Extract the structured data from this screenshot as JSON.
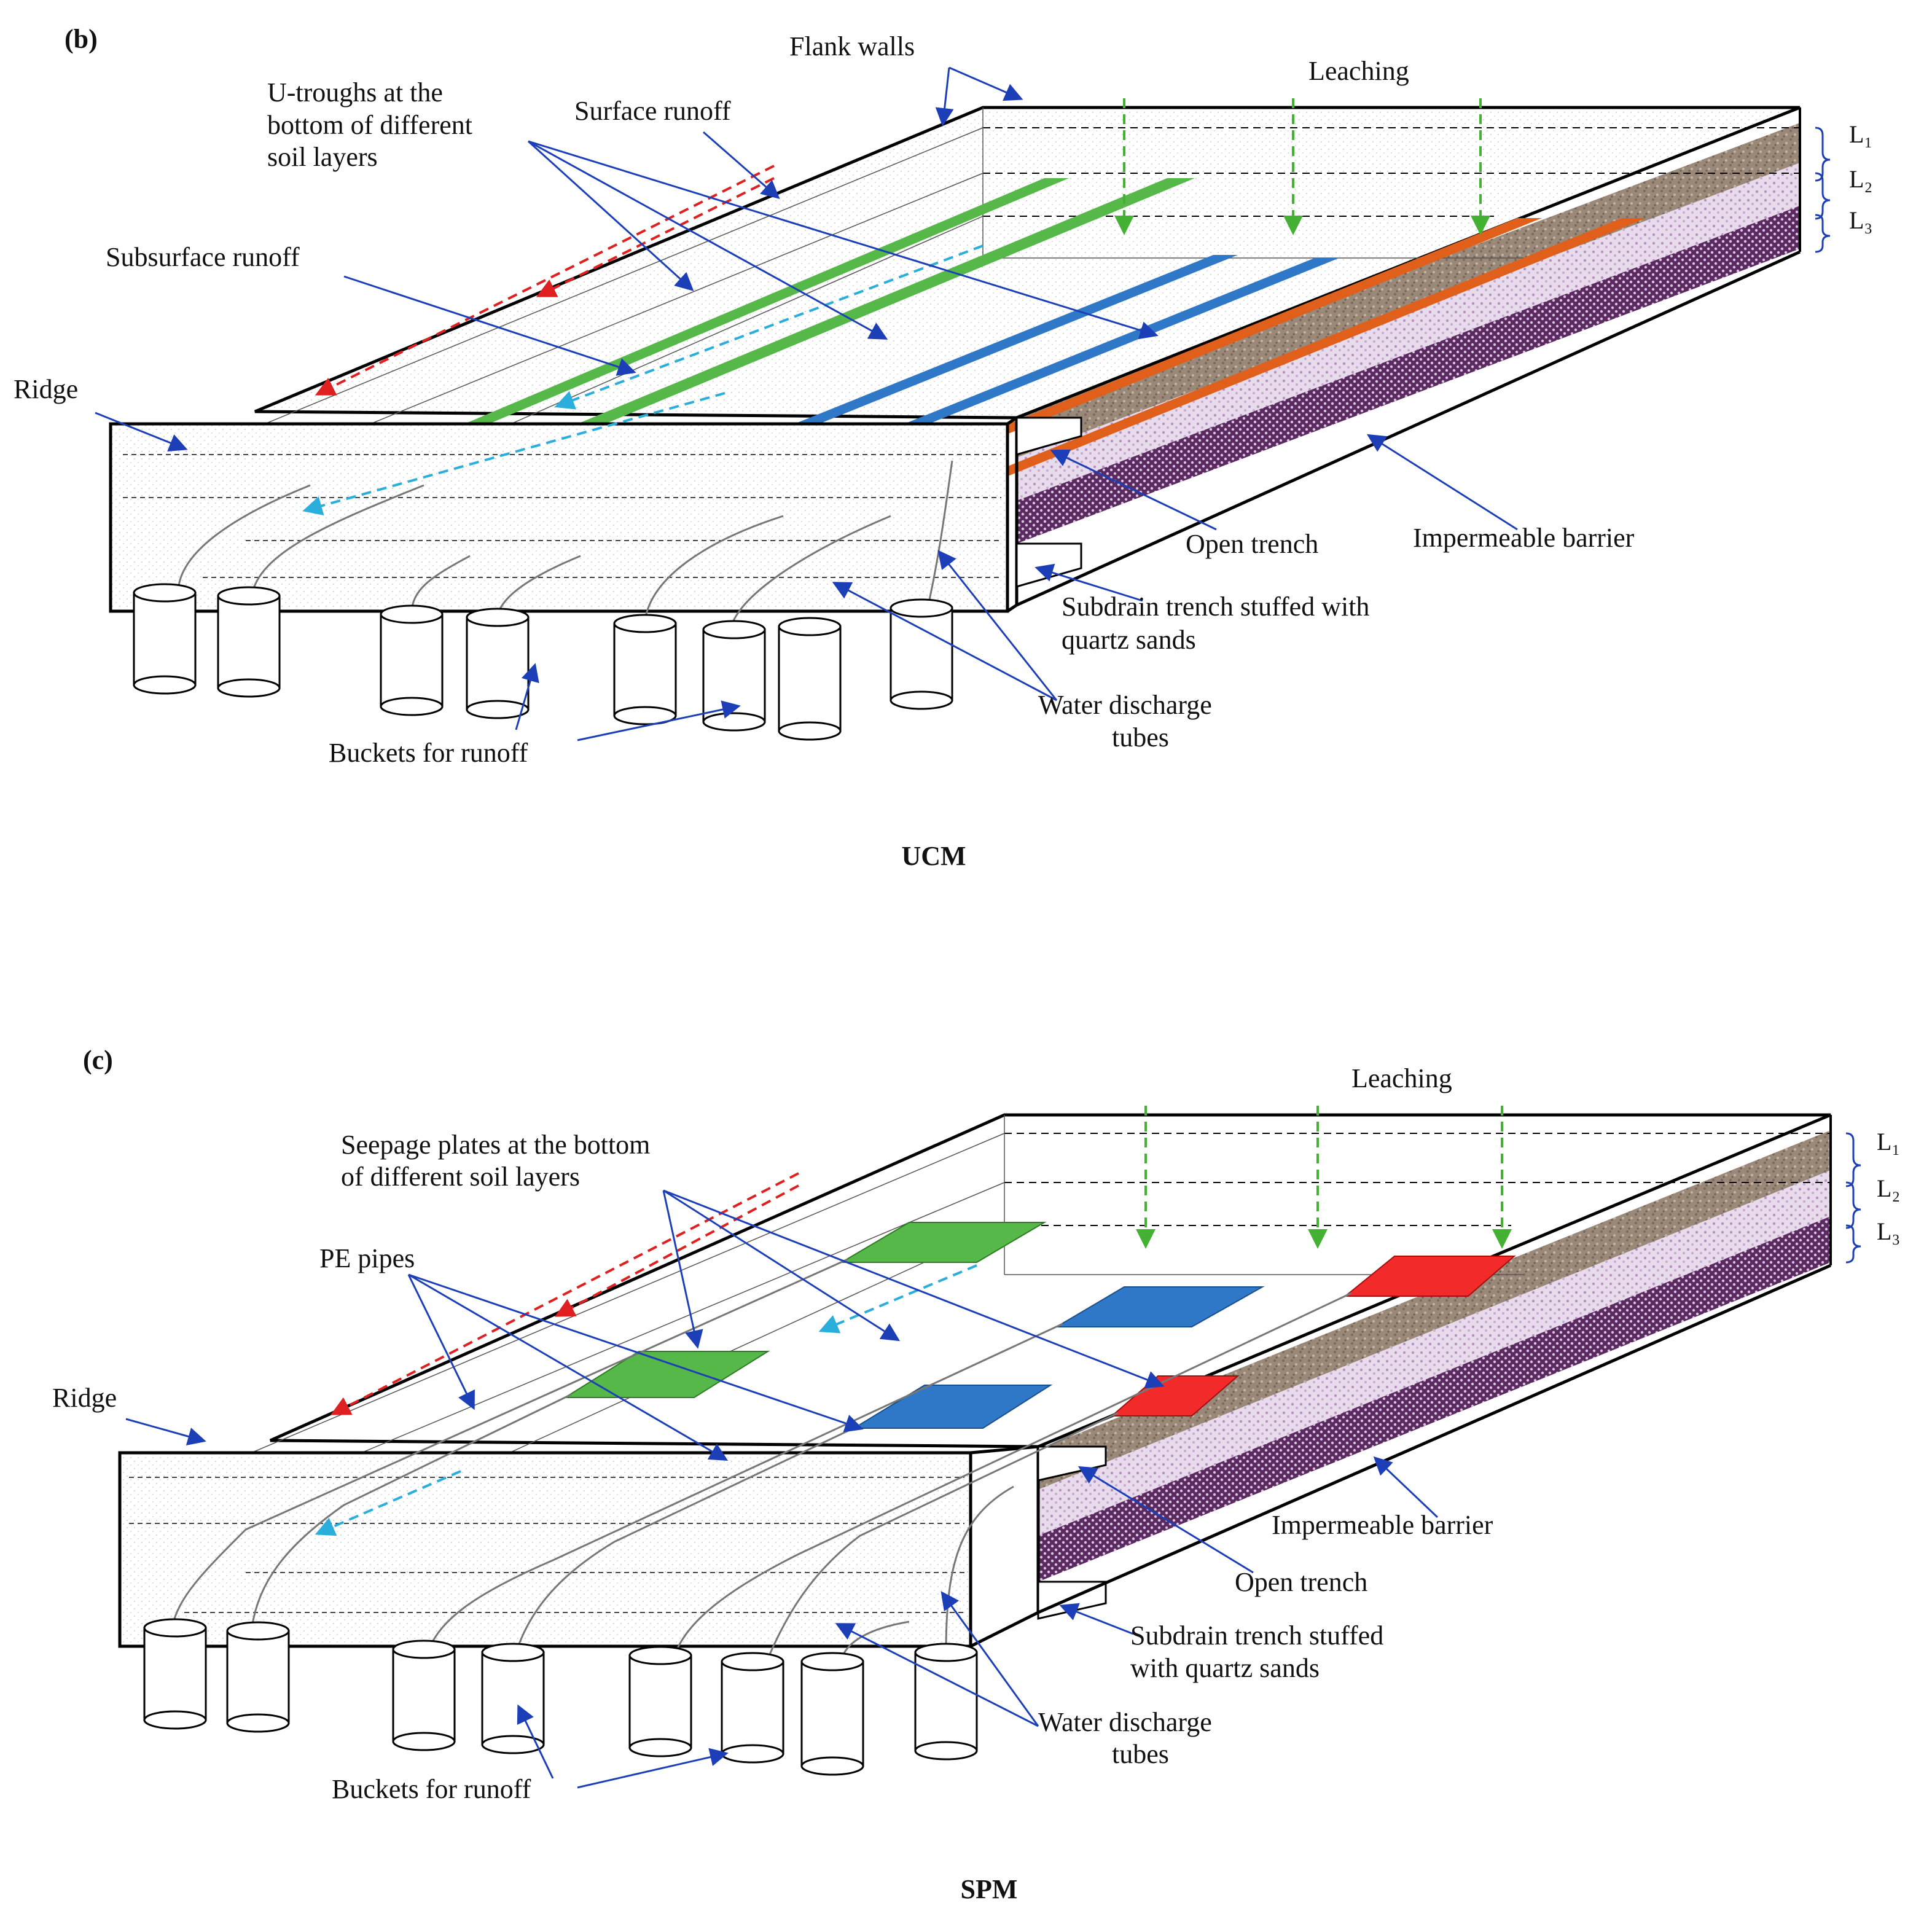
{
  "colors": {
    "green": "#55b848",
    "blue": "#2f78c8",
    "orange": "#e0601b",
    "red": "#f22a2a",
    "arrow_blue": "#1c3fb8",
    "leaching_green": "#44b135",
    "surface_red": "#e02020",
    "subsurface_cyan": "#2aaedc",
    "soil_brown": "#9a8878",
    "soil_pink": "#dccbe0",
    "soil_purple": "#5a2a60"
  },
  "icons": [
    "arrow-icon",
    "bucket-icon",
    "dashed-arrow-icon",
    "layer-brace-icon"
  ],
  "panel_b": {
    "letter": "(b)",
    "caption": "UCM",
    "labels": {
      "flank_walls": "Flank walls",
      "leaching": "Leaching",
      "u_troughs_1": "U-troughs at the",
      "u_troughs_2": "bottom of different",
      "u_troughs_3": "soil layers",
      "surface_runoff": "Surface runoff",
      "subsurface_runoff": "Subsurface runoff",
      "ridge": "Ridge",
      "open_trench": "Open trench",
      "impermeable_barrier": "Impermeable barrier",
      "subdrain_1": "Subdrain trench stuffed with",
      "subdrain_2": "quartz sands",
      "water_discharge_1": "Water discharge",
      "water_discharge_2": "tubes",
      "buckets": "Buckets for runoff"
    },
    "layers": [
      "L₁",
      "L₂",
      "L₃"
    ]
  },
  "panel_c": {
    "letter": "(c)",
    "caption": "SPM",
    "labels": {
      "leaching": "Leaching",
      "seepage_1": "Seepage plates at the bottom",
      "seepage_2": "of different soil layers",
      "pe_pipes": "PE pipes",
      "ridge": "Ridge",
      "impermeable_barrier": "Impermeable barrier",
      "open_trench": "Open trench",
      "subdrain_1": "Subdrain trench stuffed",
      "subdrain_2": "with quartz sands",
      "water_discharge_1": "Water discharge",
      "water_discharge_2": "tubes",
      "buckets": "Buckets for runoff"
    },
    "layers": [
      "L₁",
      "L₂",
      "L₃"
    ]
  }
}
